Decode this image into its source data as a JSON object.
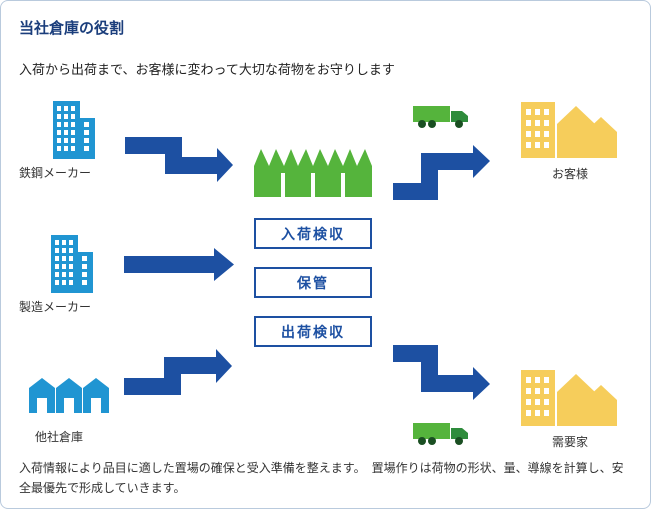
{
  "header": {
    "title": "当社倉庫の役割",
    "subtitle": "入荷から出荷まで、お客様に変わって大切な荷物をお守りします"
  },
  "sources": [
    {
      "label": "鉄鋼メーカー",
      "icon": "office-building-icon"
    },
    {
      "label": "製造メーカー",
      "icon": "office-building-icon"
    },
    {
      "label": "他社倉庫",
      "icon": "warehouse-icon"
    }
  ],
  "warehouse": {
    "facility_icon": "factory-icon",
    "steps": [
      {
        "label": "入荷検収"
      },
      {
        "label": "保管"
      },
      {
        "label": "出荷検収"
      }
    ]
  },
  "destinations": [
    {
      "label": "お客様",
      "icon": "town-buildings-icon",
      "transport_icon": "truck-icon"
    },
    {
      "label": "需要家",
      "icon": "town-buildings-icon",
      "transport_icon": "truck-icon"
    }
  ],
  "footer": {
    "note": "入荷情報により品目に適した置場の確保と受入準備を整えます。　置場作りは荷物の形状、量、導線を計算し、安全最優先で形成していきます。"
  },
  "colors": {
    "arrow_blue": "#1d50a2",
    "building_blue": "#2095d2",
    "green": "#55b43c",
    "truck_cab_green": "#2e8c3c",
    "wheel_green": "#1a4f22",
    "yellow": "#f6cd5b",
    "title_navy": "#1b3e7c",
    "panel_border": "#b9cadd"
  }
}
